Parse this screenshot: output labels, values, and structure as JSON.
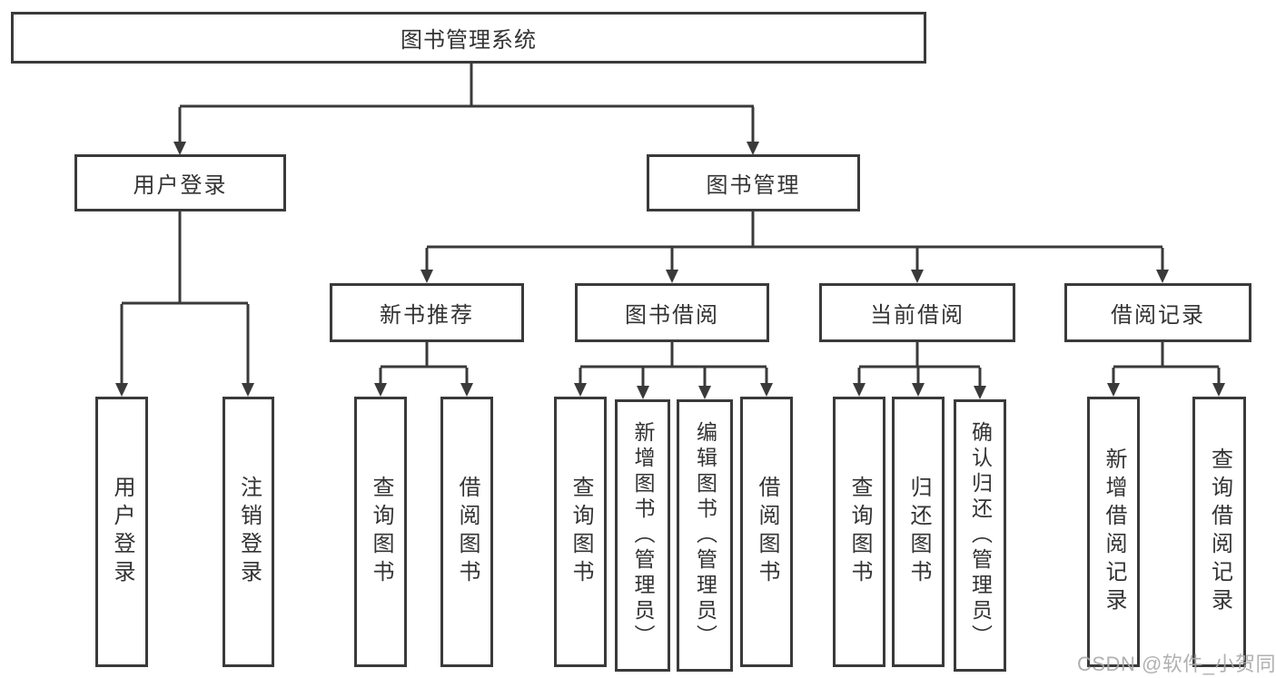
{
  "colors": {
    "line": "#3a3a3a",
    "text": "#333333",
    "background": "#ffffff",
    "watermark": "#a8a8a8"
  },
  "tree": {
    "root": {
      "label": "图书管理系统"
    },
    "level2": {
      "user_login": {
        "label": "用户登录"
      },
      "book_mgmt": {
        "label": "图书管理"
      }
    },
    "level3": {
      "new_books": {
        "label": "新书推荐"
      },
      "book_borrow": {
        "label": "图书借阅"
      },
      "current_borrow": {
        "label": "当前借阅"
      },
      "borrow_records": {
        "label": "借阅记录"
      }
    },
    "leaves": {
      "user_login": [
        "用户登录",
        "注销登录"
      ],
      "new_books": [
        "查询图书",
        "借阅图书"
      ],
      "book_borrow": [
        "查询图书",
        "新增图书（管理员）",
        "编辑图书（管理员）",
        "借阅图书"
      ],
      "current_borrow": [
        "查询图书",
        "归还图书",
        "确认归还（管理员）"
      ],
      "borrow_records": [
        "新增借阅记录",
        "查询借阅记录"
      ]
    }
  },
  "watermark": {
    "text": "CSDN @软件_小贺同学"
  }
}
